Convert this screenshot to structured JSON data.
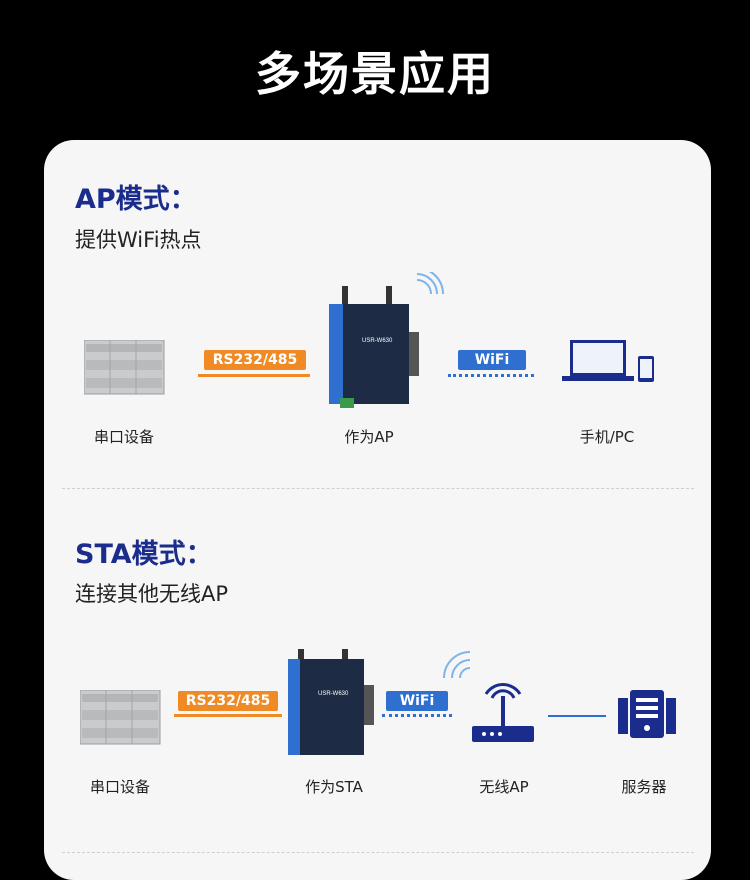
{
  "page_title": "多场景应用",
  "ap_section": {
    "title": "AP模式：",
    "subtitle": "提供WiFi热点",
    "left_link": "RS232/485",
    "right_link": "WiFi",
    "left_device": "串口设备",
    "center_device": "作为AP",
    "right_device": "手机/PC"
  },
  "sta_section": {
    "title": "STA模式：",
    "subtitle": "连接其他无线AP",
    "left_link": "RS232/485",
    "wifi_link": "WiFi",
    "left_device": "串口设备",
    "center_device": "作为STA",
    "ap_device": "无线AP",
    "server_device": "服务器"
  },
  "colors": {
    "accent_orange": "#f08a24",
    "accent_blue": "#2f6fd0",
    "title_navy": "#1a2d8c"
  }
}
